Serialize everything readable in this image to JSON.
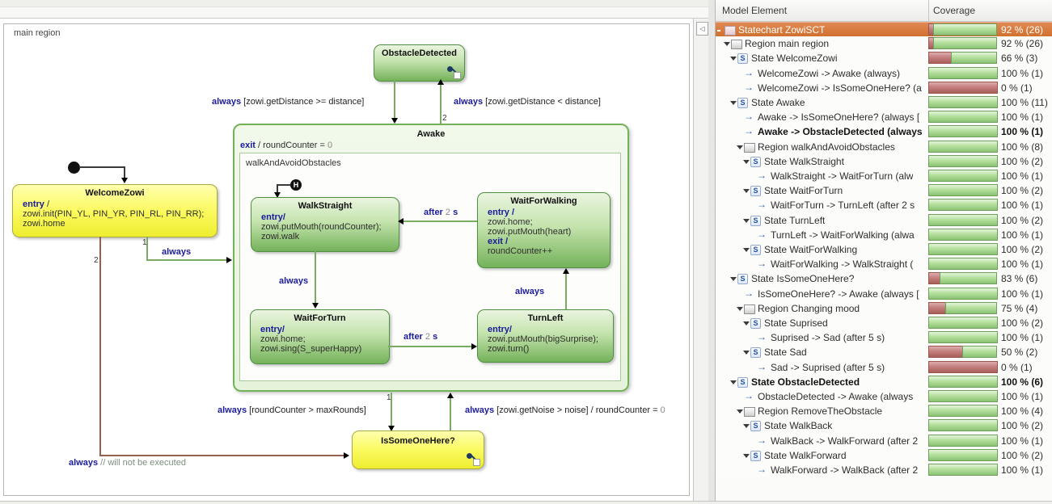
{
  "colors": {
    "selection_orange": "#d97a3d",
    "covered_green": "#9fd189",
    "uncovered_red": "#bb6f6f",
    "state_green": "#77b45c",
    "state_yellow": "#f8f75a",
    "transition_green": "#6fa458",
    "uncovered_transition_brown": "#96604f",
    "keyword_blue": "#1b1b9b"
  },
  "diagram": {
    "main_region_label": "main region",
    "states": {
      "obstacle_detected": {
        "title": "ObstacleDetected"
      },
      "welcome_zowi": {
        "title": "WelcomeZowi",
        "entry_kw": "entry",
        "entry_sep": " /",
        "action1": "zowi.init(PIN_YL, PIN_YR, PIN_RL, PIN_RR);",
        "action2": "zowi.home"
      },
      "awake": {
        "title": "Awake",
        "exit_kw": "exit",
        "exit_text": " / roundCounter = ",
        "exit_value": "0",
        "region_label": "walkAndAvoidObstacles"
      },
      "walk_straight": {
        "title": "WalkStraight",
        "entry_kw": "entry/",
        "action1": "zowi.putMouth(roundCounter);",
        "action2": "zowi.walk"
      },
      "wait_for_walking": {
        "title": "WaitForWalking",
        "entry_kw": "entry /",
        "action1": "zowi.home;",
        "action2": "zowi.putMouth(heart)",
        "exit_kw": "exit /",
        "action3": "roundCounter++"
      },
      "wait_for_turn": {
        "title": "WaitForTurn",
        "entry_kw": "entry/",
        "action1": "zowi.home;",
        "action2": "zowi.sing(S_superHappy)"
      },
      "turn_left": {
        "title": "TurnLeft",
        "entry_kw": "entry/",
        "action1": "zowi.putMouth(bigSurprise);",
        "action2": "zowi.turn()"
      },
      "is_someone_here": {
        "title": "IsSomeOneHere?"
      }
    },
    "transitions": {
      "obstacle_to_awake": {
        "kw": "always",
        "cond": " [zowi.getDistance >= distance]"
      },
      "awake_to_obstacle": {
        "kw": "always",
        "cond": " [zowi.getDistance < distance]",
        "priority": "2"
      },
      "welcome_to_awake": {
        "kw": "always",
        "priority": "1"
      },
      "welcome_to_issomeone": {
        "kw": "always",
        "comment": " // will not be executed",
        "priority": "2"
      },
      "waitforwalking_to_walkstraight": {
        "kw_after": "after",
        "value": " 2 ",
        "kw_s": "s"
      },
      "walkstraight_to_waitforturn": {
        "kw": "always"
      },
      "waitforturn_to_turnleft": {
        "kw_after": "after",
        "value": " 2 ",
        "kw_s": "s"
      },
      "turnleft_to_waitforwalking": {
        "kw": "always"
      },
      "awake_to_issomeone": {
        "kw": "always",
        "cond": " [roundCounter > maxRounds]",
        "priority": "1"
      },
      "issomeone_to_awake": {
        "kw": "always",
        "cond": " [zowi.getNoise > noise] / roundCounter = ",
        "value": "0"
      }
    }
  },
  "coverage": {
    "header": {
      "model": "Model Element",
      "coverage": "Coverage"
    },
    "rows": [
      {
        "type": "statechart",
        "level": 0,
        "label": "Statechart ZowiSCT",
        "pct": 92,
        "text": "92 % (26)",
        "selected": true
      },
      {
        "type": "region",
        "level": 1,
        "label": "Region main region",
        "pct": 92,
        "text": "92 % (26)"
      },
      {
        "type": "state",
        "level": 2,
        "label": "State WelcomeZowi",
        "pct": 66,
        "text": "66 % (3)"
      },
      {
        "type": "transition",
        "level": 3,
        "label": "WelcomeZowi -> Awake (always)",
        "pct": 100,
        "text": "100 % (1)"
      },
      {
        "type": "transition",
        "level": 3,
        "label": "WelcomeZowi -> IsSomeOneHere? (a",
        "pct": 0,
        "text": "0 % (1)"
      },
      {
        "type": "state",
        "level": 2,
        "label": "State Awake",
        "pct": 100,
        "text": "100 % (11)"
      },
      {
        "type": "transition",
        "level": 3,
        "label": "Awake -> IsSomeOneHere? (always [",
        "pct": 100,
        "text": "100 % (1)"
      },
      {
        "type": "transition",
        "level": 3,
        "label": "Awake -> ObstacleDetected (always",
        "pct": 100,
        "text": "100 % (1)",
        "bold": true
      },
      {
        "type": "region",
        "level": 3,
        "label": "Region walkAndAvoidObstacles",
        "pct": 100,
        "text": "100 % (8)"
      },
      {
        "type": "state",
        "level": 4,
        "label": "State WalkStraight",
        "pct": 100,
        "text": "100 % (2)"
      },
      {
        "type": "transition",
        "level": 5,
        "label": "WalkStraight -> WaitForTurn (alw",
        "pct": 100,
        "text": "100 % (1)"
      },
      {
        "type": "state",
        "level": 4,
        "label": "State WaitForTurn",
        "pct": 100,
        "text": "100 % (2)"
      },
      {
        "type": "transition",
        "level": 5,
        "label": "WaitForTurn -> TurnLeft (after 2 s",
        "pct": 100,
        "text": "100 % (1)"
      },
      {
        "type": "state",
        "level": 4,
        "label": "State TurnLeft",
        "pct": 100,
        "text": "100 % (2)"
      },
      {
        "type": "transition",
        "level": 5,
        "label": "TurnLeft -> WaitForWalking (alwa",
        "pct": 100,
        "text": "100 % (1)"
      },
      {
        "type": "state",
        "level": 4,
        "label": "State WaitForWalking",
        "pct": 100,
        "text": "100 % (2)"
      },
      {
        "type": "transition",
        "level": 5,
        "label": "WaitForWalking -> WalkStraight (",
        "pct": 100,
        "text": "100 % (1)"
      },
      {
        "type": "state",
        "level": 2,
        "label": "State IsSomeOneHere?",
        "pct": 83,
        "text": "83 % (6)"
      },
      {
        "type": "transition",
        "level": 3,
        "label": "IsSomeOneHere? -> Awake (always [",
        "pct": 100,
        "text": "100 % (1)"
      },
      {
        "type": "region",
        "level": 3,
        "label": "Region Changing mood",
        "pct": 75,
        "text": "75 % (4)"
      },
      {
        "type": "state",
        "level": 4,
        "label": "State Suprised",
        "pct": 100,
        "text": "100 % (2)"
      },
      {
        "type": "transition",
        "level": 5,
        "label": "Suprised -> Sad (after 5 s)",
        "pct": 100,
        "text": "100 % (1)"
      },
      {
        "type": "state",
        "level": 4,
        "label": "State Sad",
        "pct": 50,
        "text": "50 % (2)"
      },
      {
        "type": "transition",
        "level": 5,
        "label": "Sad -> Suprised (after 5 s)",
        "pct": 0,
        "text": "0 % (1)"
      },
      {
        "type": "state",
        "level": 2,
        "label": "State ObstacleDetected",
        "pct": 100,
        "text": "100 % (6)",
        "bold": true
      },
      {
        "type": "transition",
        "level": 3,
        "label": "ObstacleDetected -> Awake (always",
        "pct": 100,
        "text": "100 % (1)"
      },
      {
        "type": "region",
        "level": 3,
        "label": "Region RemoveTheObstacle",
        "pct": 100,
        "text": "100 % (4)"
      },
      {
        "type": "state",
        "level": 4,
        "label": "State WalkBack",
        "pct": 100,
        "text": "100 % (2)"
      },
      {
        "type": "transition",
        "level": 5,
        "label": "WalkBack -> WalkForward (after 2",
        "pct": 100,
        "text": "100 % (1)"
      },
      {
        "type": "state",
        "level": 4,
        "label": "State WalkForward",
        "pct": 100,
        "text": "100 % (2)"
      },
      {
        "type": "transition",
        "level": 5,
        "label": "WalkForward -> WalkBack (after 2",
        "pct": 100,
        "text": "100 % (1)"
      }
    ]
  }
}
